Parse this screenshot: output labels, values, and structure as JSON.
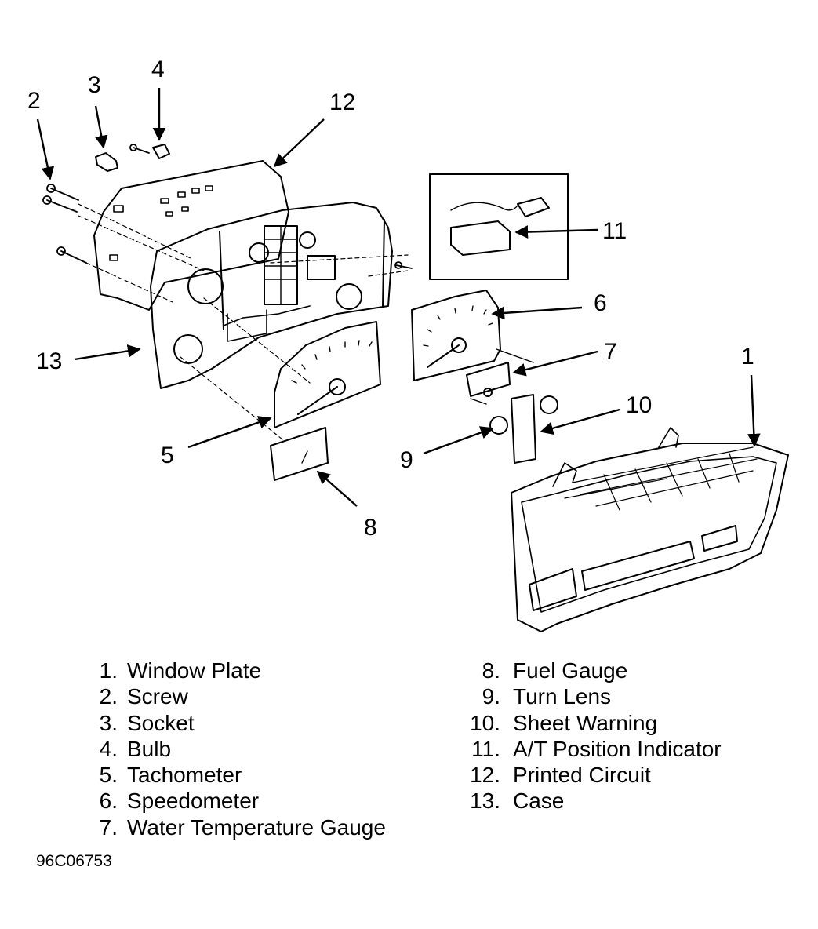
{
  "callouts": {
    "c1": "1",
    "c2": "2",
    "c3": "3",
    "c4": "4",
    "c5": "5",
    "c6": "6",
    "c7": "7",
    "c8": "8",
    "c9": "9",
    "c10": "10",
    "c11": "11",
    "c12": "12",
    "c13": "13"
  },
  "legend_left": [
    {
      "number": "1.",
      "label": "Window Plate"
    },
    {
      "number": "2.",
      "label": "Screw"
    },
    {
      "number": "3.",
      "label": "Socket"
    },
    {
      "number": "4.",
      "label": "Bulb"
    },
    {
      "number": "5.",
      "label": "Tachometer"
    },
    {
      "number": "6.",
      "label": "Speedometer"
    },
    {
      "number": "7.",
      "label": "Water Temperature Gauge"
    }
  ],
  "legend_right": [
    {
      "number": "8.",
      "label": "Fuel Gauge"
    },
    {
      "number": "9.",
      "label": "Turn Lens"
    },
    {
      "number": "10.",
      "label": "Sheet Warning"
    },
    {
      "number": "11.",
      "label": "A/T Position Indicator"
    },
    {
      "number": "12.",
      "label": "Printed Circuit"
    },
    {
      "number": "13.",
      "label": "Case"
    }
  ],
  "figure_id": "96C06753"
}
